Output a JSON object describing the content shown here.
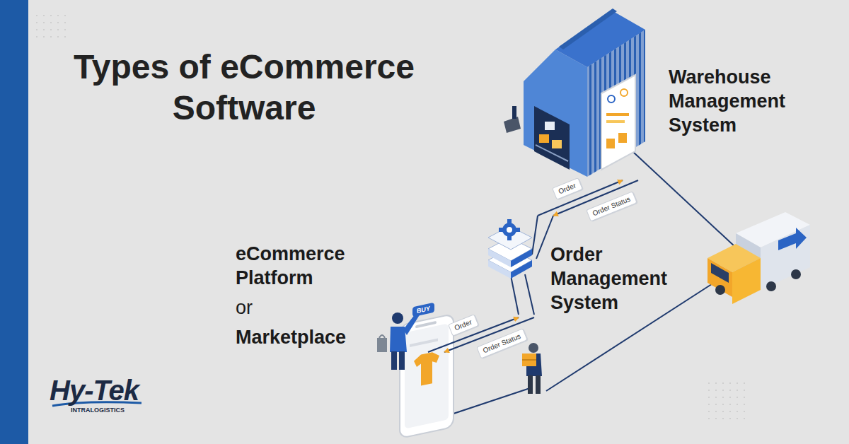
{
  "diagram": {
    "title": "Types of eCommerce Software",
    "nodes": [
      {
        "text": [
          "Warehouse Management System"
        ]
      },
      {
        "text": [
          "Order Management System"
        ]
      },
      {
        "text": [
          "eCommerce Platform",
          "or",
          "Marketplace"
        ]
      }
    ],
    "edges": [
      {
        "from": 1,
        "to": 0,
        "label": "Order",
        "arrow": "to"
      },
      {
        "from": 0,
        "to": 1,
        "label": "Order Status",
        "arrow": "to"
      },
      {
        "from": 2,
        "to": 1,
        "label": "Order",
        "arrow": "to"
      },
      {
        "from": 1,
        "to": 2,
        "label": "Order Status",
        "arrow": "to"
      }
    ],
    "labels": [
      "BUY",
      "Hy-Tek",
      "INTRALOGISTICS"
    ]
  }
}
